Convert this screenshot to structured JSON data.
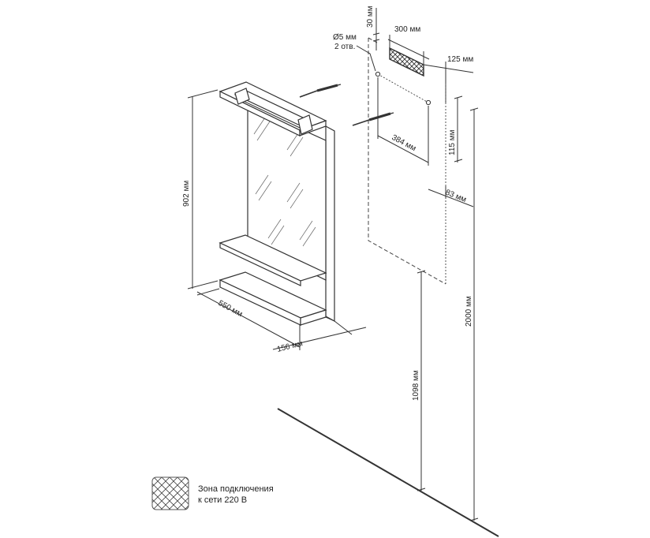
{
  "dimensions": {
    "hole_diameter": "Ø5 мм",
    "hole_count": "2 отв.",
    "top_offset": "30 мм",
    "zone_width": "300 мм",
    "side_offset": "125 мм",
    "hole_spacing": "384 мм",
    "hole_drop": "115 мм",
    "hole_side": "83 мм",
    "height": "902 мм",
    "width": "550 мм",
    "depth": "156 мм",
    "floor_to_bottom": "1098 мм",
    "floor_to_top": "2000 мм"
  },
  "legend": {
    "line1": "Зона подключения",
    "line2": "к сети 220 В"
  },
  "colors": {
    "line": "#333333",
    "hatch": "#333333"
  }
}
